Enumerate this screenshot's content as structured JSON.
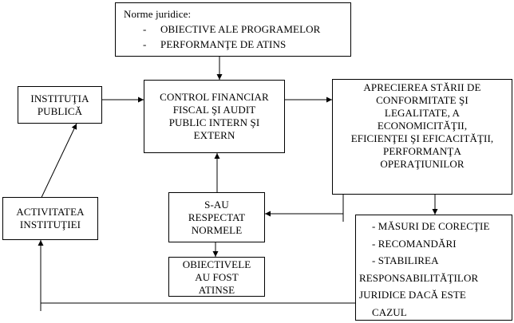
{
  "norms": {
    "title": "Norme juridice:",
    "bullet": "-",
    "items": [
      "OBIECTIVE ALE PROGRAMELOR",
      "PERFORMANŢE DE ATINS"
    ]
  },
  "public_institution": {
    "lines": [
      "INSTITUŢIA",
      "PUBLICĂ"
    ]
  },
  "control": {
    "lines": [
      "CONTROL FINANCIAR",
      "FISCAL ŞI AUDIT",
      "PUBLIC INTERN ŞI",
      "EXTERN"
    ]
  },
  "assessment": {
    "lines": [
      "APRECIEREA STĂRII DE",
      "CONFORMITATE ŞI",
      "LEGALITATE, A",
      "ECONOMICITĂŢII,",
      "EFICIENŢEI ŞI EFICACITĂŢII,",
      "PERFORMANŢA",
      "OPERAŢIUNILOR"
    ]
  },
  "activity": {
    "lines": [
      "ACTIVITATEA",
      "INSTITUŢIEI"
    ]
  },
  "norms_respected": {
    "lines": [
      "S-AU",
      "RESPECTAT",
      "NORMELE"
    ]
  },
  "objectives": {
    "lines": [
      "OBIECTIVELE",
      "AU FOST",
      "ATINSE"
    ]
  },
  "measures": {
    "lines": [
      "- MĂSURI DE CORECŢIE",
      "- RECOMANDĂRI",
      "- STABILIREA",
      "RESPONSABILITĂŢILOR",
      "JURIDICE DACĂ ESTE",
      "CAZUL"
    ]
  }
}
